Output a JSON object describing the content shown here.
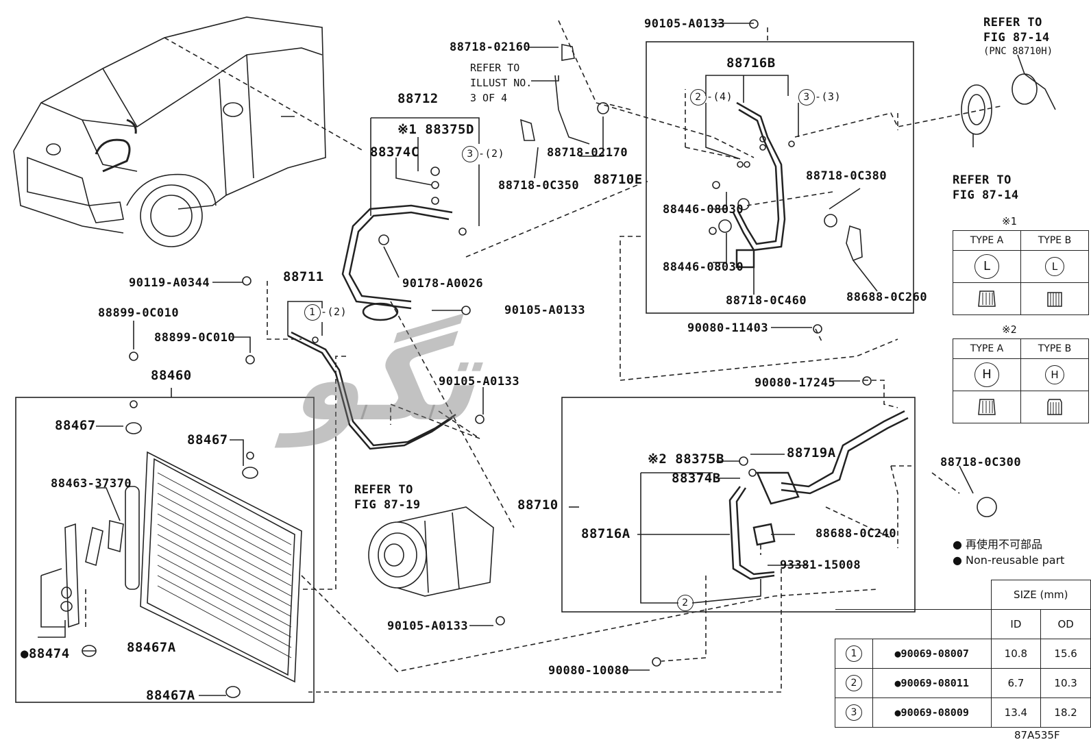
{
  "labels": {
    "p90105_top": "90105-A0133",
    "refer_87_14_top_a": "REFER TO",
    "refer_87_14_top_b": "FIG 87-14",
    "refer_87_14_top_c": "(PNC 88710H)",
    "p88718_02160": "88718-02160",
    "refer_illust_a": "REFER TO",
    "refer_illust_b": "ILLUST NO.",
    "refer_illust_c": "3 OF 4",
    "p88716B": "88716B",
    "p88712": "88712",
    "p88375D": "※1 88375D",
    "p88374C": "88374C",
    "circ3_qty2": "-(2)",
    "circ2_qty4": "-(4)",
    "circ3_qty3": "-(3)",
    "p88718_02170": "88718-02170",
    "p88718_0C350": "88718-0C350",
    "p88710E": "88710E",
    "p88718_0C380": "88718-0C380",
    "refer_87_14_b_a": "REFER TO",
    "refer_87_14_b_b": "FIG 87-14",
    "p88446_a": "88446-08030",
    "p88446_b": "88446-08030",
    "p90178": "90178-A0026",
    "p88718_0C460": "88718-0C460",
    "p88688_0C260": "88688-0C260",
    "p90119": "90119-A0344",
    "p88711": "88711",
    "circ1_qty2": "-(2)",
    "p90105_mid": "90105-A0133",
    "p88899_a": "88899-0C010",
    "p88899_b": "88899-0C010",
    "p90080_11403": "90080-11403",
    "p88460": "88460",
    "p90105_mid2": "90105-A0133",
    "p90080_17245": "90080-17245",
    "p88467_a": "88467",
    "p88467_b": "88467",
    "p88375B": "※2 88375B",
    "p88719A": "88719A",
    "p88374B": "88374B",
    "p88718_0C300": "88718-0C300",
    "p88463": "88463-37370",
    "refer_87_19_a": "REFER TO",
    "refer_87_19_b": "FIG 87-19",
    "p88710": "88710",
    "p88716A": "88716A",
    "p88688_0C240": "88688-0C240",
    "p93381": "93381-15008",
    "p88474": "●88474",
    "p88467A_a": "88467A",
    "p90105_bot": "90105-A0133",
    "p90080_10080": "90080-10080",
    "p88467A_b": "88467A",
    "circ2_bottom": "2",
    "fig_code": "87A535F",
    "watermark": "ﺗﮕﻮ"
  },
  "legend": {
    "non_reusable_jp": "● 再使用不可部品",
    "non_reusable_en": "● Non-reusable part"
  },
  "type_table_1": {
    "mark": "※1",
    "col_a": "TYPE A",
    "col_b": "TYPE B",
    "sym_a": "L",
    "sym_b": "L"
  },
  "type_table_2": {
    "mark": "※2",
    "col_a": "TYPE A",
    "col_b": "TYPE B",
    "sym_a": "H",
    "sym_b": "H"
  },
  "size_table": {
    "header": "SIZE (mm)",
    "col_id": "ID",
    "col_od": "OD",
    "rows": [
      {
        "num": "1",
        "part": "●90069-08007",
        "id": "10.8",
        "od": "15.6"
      },
      {
        "num": "2",
        "part": "●90069-08011",
        "id": "6.7",
        "od": "10.3"
      },
      {
        "num": "3",
        "part": "●90069-08009",
        "id": "13.4",
        "od": "18.2"
      }
    ]
  },
  "circles": {
    "c1": "1",
    "c2a": "2",
    "c3a": "3",
    "c3b": "3"
  }
}
